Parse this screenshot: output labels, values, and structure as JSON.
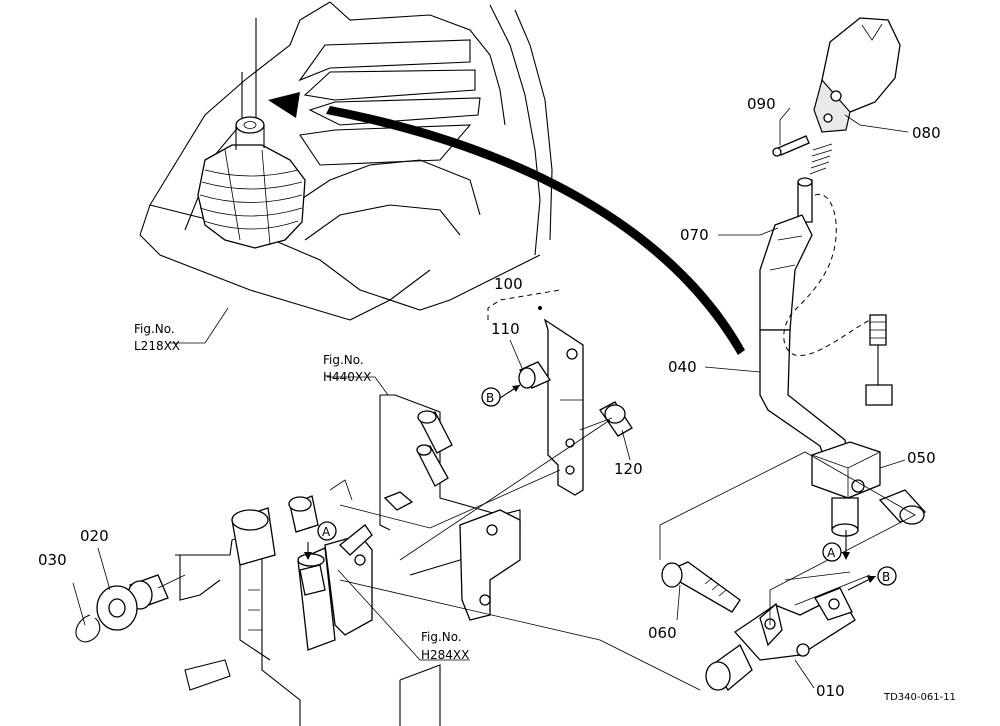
{
  "parts": [
    {
      "id": "p010",
      "label": "010"
    },
    {
      "id": "p020",
      "label": "020"
    },
    {
      "id": "p030",
      "label": "030"
    },
    {
      "id": "p040",
      "label": "040"
    },
    {
      "id": "p050",
      "label": "050"
    },
    {
      "id": "p060",
      "label": "060"
    },
    {
      "id": "p070",
      "label": "070"
    },
    {
      "id": "p080",
      "label": "080"
    },
    {
      "id": "p090",
      "label": "090"
    },
    {
      "id": "p100",
      "label": "100"
    },
    {
      "id": "p110",
      "label": "110"
    },
    {
      "id": "p120",
      "label": "120"
    }
  ],
  "figure_refs": {
    "l218": {
      "title": "Fig.No.",
      "number": "L218XX"
    },
    "h440": {
      "title": "Fig.No.",
      "number": "H440XX"
    },
    "h284": {
      "title": "Fig.No.",
      "number": "H284XX"
    }
  },
  "markers": {
    "a": "A",
    "b": "B"
  },
  "drawing_code": "TD340-061-11"
}
